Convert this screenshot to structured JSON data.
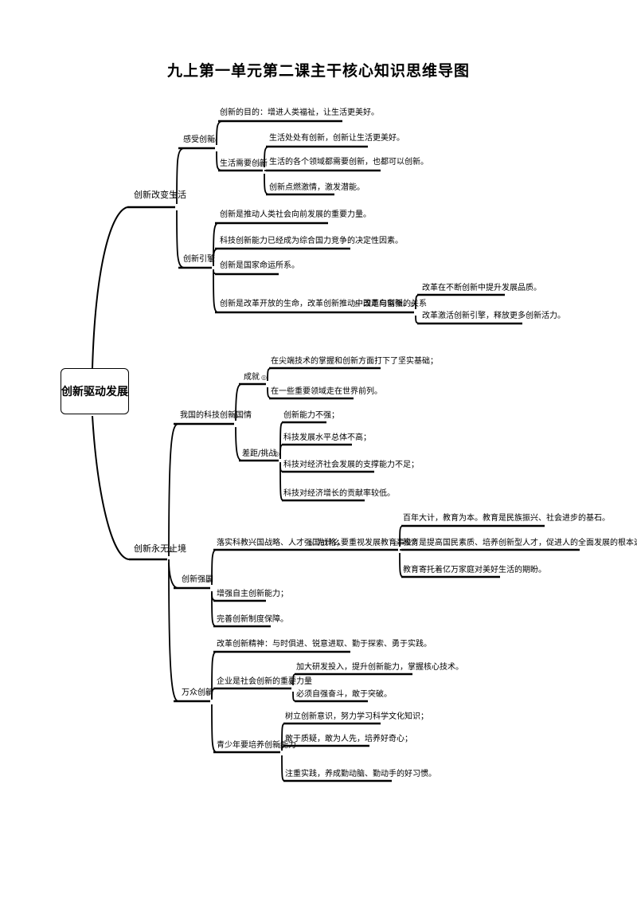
{
  "title": "九上第一单元第二课主干核心知识思维导图",
  "root": "创新驱动发展",
  "branch1": {
    "label": "创新改变生活",
    "b1": {
      "label": "感受创新",
      "purpose": "创新的目的：增进人类福祉，让生活更美好。",
      "need": {
        "label": "生活需要创新",
        "items": [
          "生活处处有创新，创新让生活更美好。",
          "生活的各个领域都需要创新，也都可以创新。",
          "创新点燃激情，激发潜能。"
        ]
      }
    },
    "b2": {
      "label": "创新引擎",
      "items": [
        "创新是推动人类社会向前发展的重要力量。",
        "科技创新能力已经成为综合国力竞争的决定性因素。",
        "创新是国家命运所系。",
        "创新是改革开放的生命，改革创新推动中国走向富强。"
      ],
      "relation": {
        "label": "改革与创新的关系",
        "items": [
          "改革在不断创新中提升发展品质。",
          "改革激活创新引擎，释放更多创新活力。"
        ]
      }
    }
  },
  "branch2": {
    "label": "创新永无止境",
    "b1": {
      "label": "我国的科技创新国情",
      "achieve": {
        "label": "成就",
        "items": [
          "在尖端技术的掌握和创新方面打下了坚实基础；",
          "在一些重要领域走在世界前列。"
        ]
      },
      "gap": {
        "label": "差距/挑战",
        "items": [
          "创新能力不强；",
          "科技发展水平总体不高；",
          "科技对经济社会发展的支撑能力不足；",
          "科技对经济增长的贡献率较低。"
        ]
      }
    },
    "b2": {
      "label": "创新强国",
      "strategy": "落实科教兴国战略、人才强国战略；",
      "why": {
        "label": "为什么要重视发展教育事业？",
        "items": [
          "百年大计，教育为本。教育是民族振兴、社会进步的基石。",
          "教育是提高国民素质、培养创新型人才，促进人的全面发展的根本途径。",
          "教育寄托着亿万家庭对美好生活的期盼。"
        ]
      },
      "items": [
        "增强自主创新能力；",
        "完善创新制度保障。"
      ]
    },
    "b3": {
      "label": "万众创新",
      "spirit": "改革创新精神：与时俱进、锐意进取、勤于探索、勇于实践。",
      "enterprise": {
        "label": "企业是社会创新的重要力量",
        "items": [
          "加大研发投入，提升创新能力，掌握核心技术。",
          "必须自强奋斗，敢于突破。"
        ]
      },
      "youth": {
        "label": "青少年要培养创新能力",
        "items": [
          "树立创新意识，努力学习科学文化知识；",
          "敢于质疑，敢为人先，培养好奇心；",
          "注重实践，养成勤动脑、勤动手的好习惯。"
        ]
      }
    }
  }
}
